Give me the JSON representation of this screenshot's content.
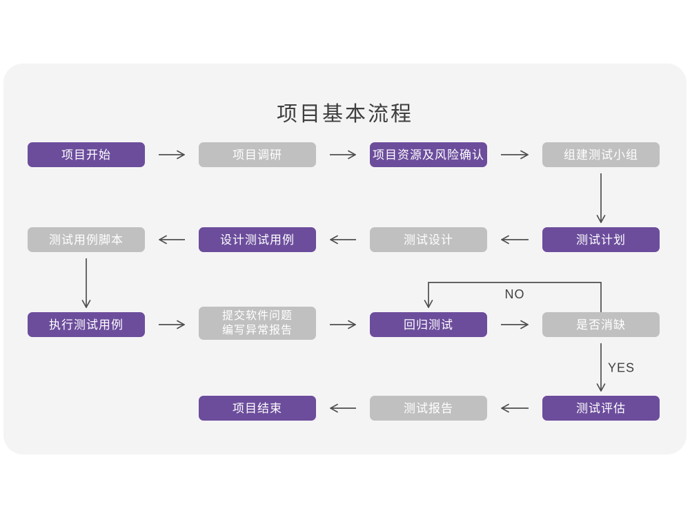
{
  "title": "项目基本流程",
  "colors": {
    "purple": "#6C4D9C",
    "gray": "#C0C0C1",
    "panel": "#F4F4F5",
    "arrow": "#4D4D4D",
    "edge_label": "#3F3F3F",
    "node_text": "#FFFFFF",
    "title_text": "#3E3E3E"
  },
  "diagram": {
    "nodes": [
      {
        "id": "project-start",
        "label": "项目开始",
        "col": 1,
        "row": 1,
        "variant": "purple"
      },
      {
        "id": "project-research",
        "label": "项目调研",
        "col": 2,
        "row": 1,
        "variant": "gray"
      },
      {
        "id": "resource-risk-confirm",
        "label": "项目资源及风险确认",
        "col": 3,
        "row": 1,
        "variant": "purple"
      },
      {
        "id": "build-test-team",
        "label": "组建测试小组",
        "col": 4,
        "row": 1,
        "variant": "gray"
      },
      {
        "id": "test-case-script",
        "label": "测试用例脚本",
        "col": 1,
        "row": 2,
        "variant": "gray"
      },
      {
        "id": "design-test-case",
        "label": "设计测试用例",
        "col": 2,
        "row": 2,
        "variant": "purple"
      },
      {
        "id": "test-design",
        "label": "测试设计",
        "col": 3,
        "row": 2,
        "variant": "gray"
      },
      {
        "id": "test-plan",
        "label": "测试计划",
        "col": 4,
        "row": 2,
        "variant": "purple"
      },
      {
        "id": "execute-test-case",
        "label": "执行测试用例",
        "col": 1,
        "row": 3,
        "variant": "purple"
      },
      {
        "id": "submit-issue-report",
        "label": "提交软件问题",
        "lines": [
          "提交软件问题",
          "编写异常报告"
        ],
        "col": 2,
        "row": 3,
        "variant": "gray"
      },
      {
        "id": "regression-test",
        "label": "回归测试",
        "col": 3,
        "row": 3,
        "variant": "purple"
      },
      {
        "id": "defect-check",
        "label": "是否消缺",
        "col": 4,
        "row": 3,
        "variant": "gray"
      },
      {
        "id": "project-end",
        "label": "项目结束",
        "col": 2,
        "row": 4,
        "variant": "purple"
      },
      {
        "id": "test-report",
        "label": "测试报告",
        "col": 3,
        "row": 4,
        "variant": "gray"
      },
      {
        "id": "test-evaluate",
        "label": "测试评估",
        "col": 4,
        "row": 4,
        "variant": "purple"
      }
    ],
    "edges": [
      {
        "from": "project-start",
        "to": "project-research",
        "dir": "right"
      },
      {
        "from": "project-research",
        "to": "resource-risk-confirm",
        "dir": "right"
      },
      {
        "from": "resource-risk-confirm",
        "to": "build-test-team",
        "dir": "right"
      },
      {
        "from": "build-test-team",
        "to": "test-plan",
        "dir": "down"
      },
      {
        "from": "test-plan",
        "to": "test-design",
        "dir": "left"
      },
      {
        "from": "test-design",
        "to": "design-test-case",
        "dir": "left"
      },
      {
        "from": "design-test-case",
        "to": "test-case-script",
        "dir": "left"
      },
      {
        "from": "test-case-script",
        "to": "execute-test-case",
        "dir": "down"
      },
      {
        "from": "execute-test-case",
        "to": "submit-issue-report",
        "dir": "right"
      },
      {
        "from": "submit-issue-report",
        "to": "regression-test",
        "dir": "right"
      },
      {
        "from": "regression-test",
        "to": "defect-check",
        "dir": "right"
      },
      {
        "from": "defect-check",
        "to": "regression-test",
        "dir": "loop-top",
        "label": "NO"
      },
      {
        "from": "defect-check",
        "to": "test-evaluate",
        "dir": "down",
        "label": "YES"
      },
      {
        "from": "test-evaluate",
        "to": "test-report",
        "dir": "left"
      },
      {
        "from": "test-report",
        "to": "project-end",
        "dir": "left"
      }
    ]
  }
}
